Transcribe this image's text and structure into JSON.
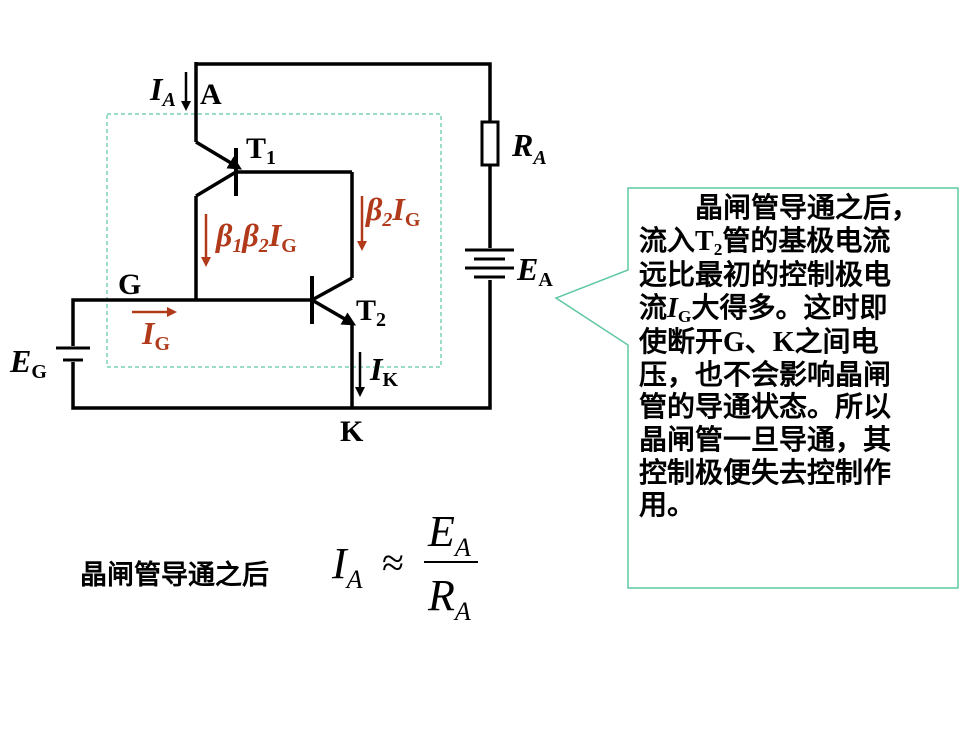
{
  "labels": {
    "node_a": "A",
    "current_ia_main": "I",
    "current_ia_sub": "A",
    "t1_main": "T",
    "t1_sub": "1",
    "t2_main": "T",
    "t2_sub": "2",
    "ra_main": "R",
    "ra_sub": "A",
    "ea_main": "E",
    "ea_sub": "A",
    "node_g": "G",
    "node_k": "K",
    "eg_main": "E",
    "eg_sub": "G",
    "ik_main": "I",
    "ik_sub": "K",
    "ig_main": "I",
    "ig_sub": "G",
    "b2ig_beta": "β",
    "b2ig_sub": "2",
    "b2ig_i": "I",
    "b2ig_isub": "G",
    "b1b2ig_beta1": "β",
    "b1b2ig_sub1": "1",
    "b1b2ig_beta2": "β",
    "b1b2ig_sub2": "2",
    "b1b2ig_i": "I",
    "b1b2ig_isub": "G"
  },
  "callout": {
    "line1": "晶闸管导通之后，",
    "line2a": "流入",
    "line2t": "T",
    "line2sub": "2",
    "line2b": "管的基极电流",
    "line3": "远比最初的控制极电",
    "line4a": "流",
    "line4i": "I",
    "line4sub": "G",
    "line4b": "大得多。这时即",
    "line5": "使断开G、K之间电",
    "line6": "压，也不会影响晶闸",
    "line7": "管的导通状态。所以",
    "line8": "晶闸管一旦导通，其",
    "line9": "控制极便失去控制作",
    "line10": "用。"
  },
  "formula": {
    "caption": "晶闸管导通之后",
    "lhs": "I",
    "lhs_sub": "A",
    "op": "≈",
    "num": "E",
    "num_sub": "A",
    "den": "R",
    "den_sub": "A"
  },
  "colors": {
    "current_arrow": "#b03a1a",
    "callout_border": "#5fc8a0",
    "dashed_box": "#5fc8a0"
  }
}
